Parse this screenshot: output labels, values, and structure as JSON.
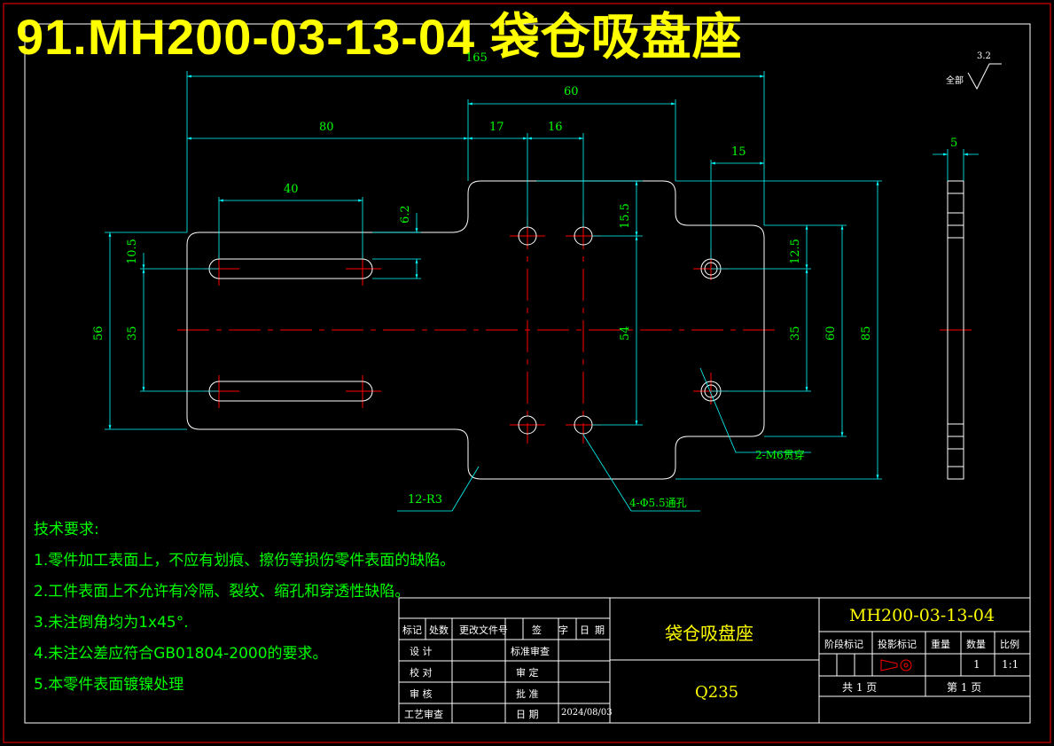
{
  "title": "91.MH200-03-13-04 袋仓吸盘座",
  "roughness": {
    "label": "全部",
    "value": "3.2"
  },
  "dimensions": {
    "d165": "165",
    "d60_top": "60",
    "d80": "80",
    "d17": "17",
    "d16": "16",
    "d15": "15",
    "d40": "40",
    "d6_2": "6.2",
    "d15_5": "15.5",
    "d12_5": "12.5",
    "d10_5": "10.5",
    "d56": "56",
    "d35_left": "35",
    "d54": "54",
    "d35_right": "35",
    "d60_right": "60",
    "d85": "85",
    "d5": "5"
  },
  "callouts": {
    "m6": "2-M6贯穿",
    "r3": "12-R3",
    "holes": "4-Φ5.5通孔"
  },
  "tech_requirements": {
    "heading": "技术要求:",
    "items": [
      "1.零件加工表面上，不应有划痕、擦伤等损伤零件表面的缺陷。",
      "2.工件表面上不允许有冷隔、裂纹、缩孔和穿透性缺陷。",
      "3.未注倒角均为1x45°.",
      "4.未注公差应符合GB01804-2000的要求。",
      "5.本零件表面镀镍处理"
    ]
  },
  "title_block": {
    "headers": [
      "标记",
      "处数",
      "更改文件号",
      "签",
      "字",
      "日",
      "期"
    ],
    "design": "设 计",
    "standard": "标准审查",
    "check": "校 对",
    "review": "审 定",
    "audit": "审 核",
    "approve": "批 准",
    "process": "工艺审查",
    "date_label": "日 期",
    "date": "2024/08/03",
    "part_name": "袋仓吸盘座",
    "material": "Q235",
    "drawing_no": "MH200-03-13-04",
    "col_stage": "阶段标记",
    "col_proj": "投影标记",
    "col_weight": "重量",
    "col_qty": "数量",
    "col_scale": "比例",
    "qty": "1",
    "scale": "1:1",
    "total_sheets": "共 1 页",
    "sheet_no": "第 1 页"
  },
  "colors": {
    "background": "#000000",
    "border": "#ff0000",
    "outline": "#ffffff",
    "dimension": "#00ffff",
    "text": "#00ff00",
    "center": "#ff0000",
    "title": "#ffff00"
  }
}
